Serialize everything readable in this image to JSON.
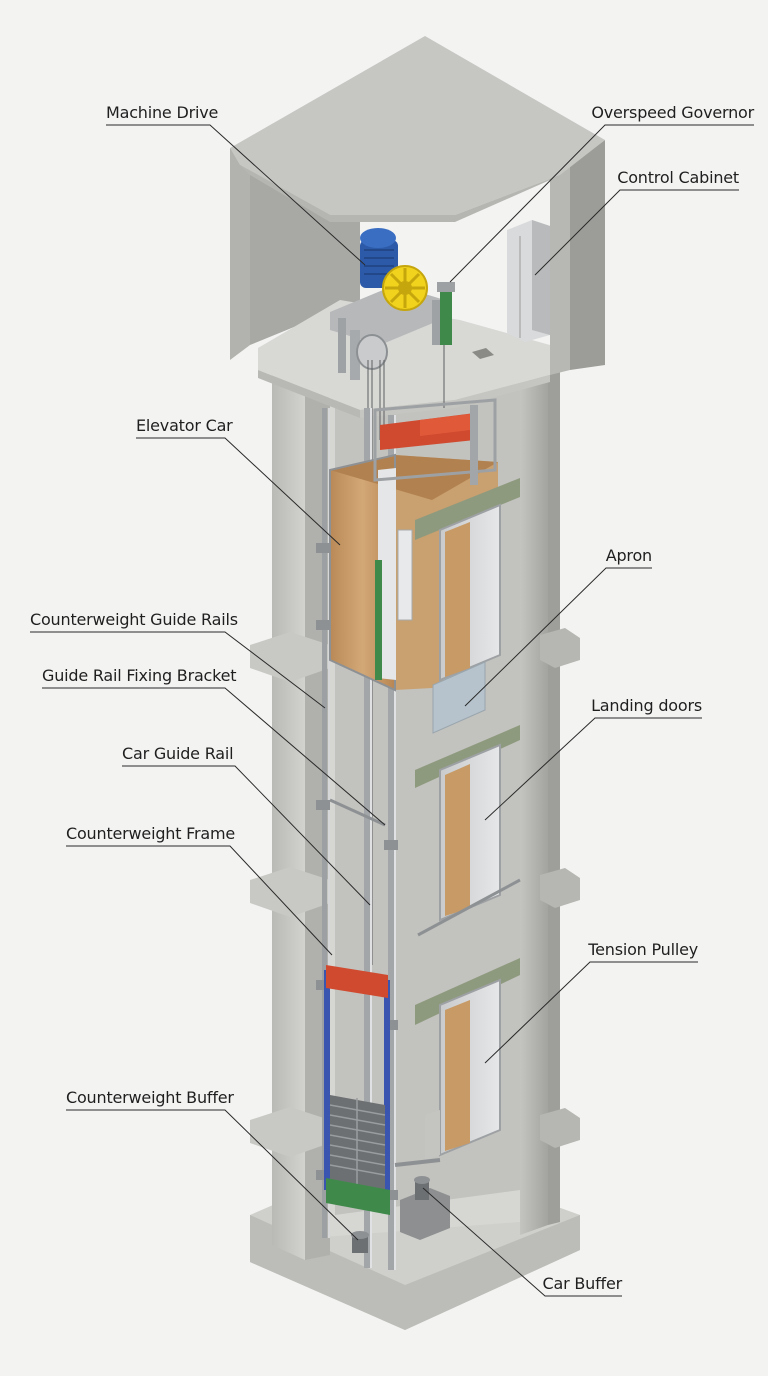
{
  "labels": {
    "machine_drive": "Machine Drive",
    "overspeed_governor": "Overspeed Governor",
    "control_cabinet": "Control Cabinet",
    "elevator_car": "Elevator Car",
    "apron": "Apron",
    "counterweight_guide_rails": "Counterweight Guide Rails",
    "guide_rail_fixing_bracket": "Guide Rail Fixing Bracket",
    "landing_doors": "Landing doors",
    "car_guide_rail": "Car Guide Rail",
    "counterweight_frame": "Counterweight Frame",
    "tension_pulley": "Tension Pulley",
    "counterweight_buffer": "Counterweight Buffer",
    "car_buffer": "Car Buffer"
  },
  "colors": {
    "concrete": "#c9c9c6",
    "concrete_dark": "#a9a9a5",
    "wood": "#c79a66",
    "red_beam": "#d04a2f",
    "blue_frame": "#3a55b0",
    "green_beam": "#3f8a4a",
    "motor_blue": "#2c5aa8",
    "sheave_yellow": "#f1d21d",
    "olive_header": "#8e9a7e"
  }
}
